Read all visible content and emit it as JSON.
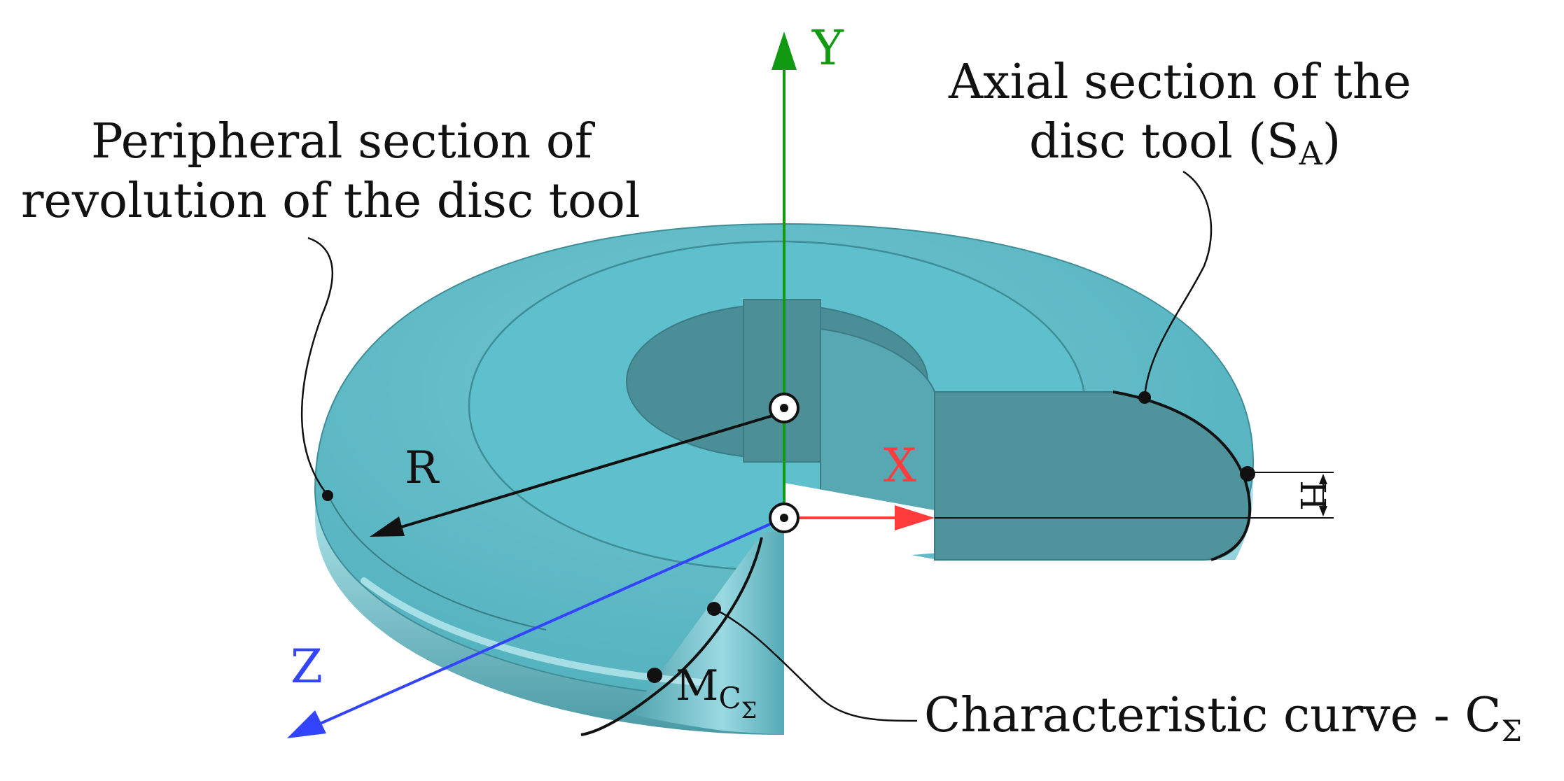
{
  "labels": {
    "peripheral_line1": "Peripheral section of",
    "peripheral_line2": "revolution of the disc tool",
    "axial_line1": "Axial section of the",
    "axial_line2_text": "disc tool (S",
    "axial_line2_sub": "A",
    "axial_line2_close": ")",
    "characteristic_text": "Characteristic curve - C",
    "characteristic_sub": "Σ",
    "point_m": "M",
    "point_m_sub": "C",
    "point_m_subsub": "Σ",
    "radius": "R",
    "height": "H"
  },
  "axes": {
    "x": {
      "label": "X",
      "color": "#ff3b3b"
    },
    "y": {
      "label": "Y",
      "color": "#119911"
    },
    "z": {
      "label": "Z",
      "color": "#3344ff"
    }
  },
  "colors": {
    "disc_face": "#5dbfcc",
    "disc_shade": "#4a9aa5",
    "disc_light": "#a4e0e8",
    "section_face": "#4f949c",
    "ink": "#111111"
  }
}
